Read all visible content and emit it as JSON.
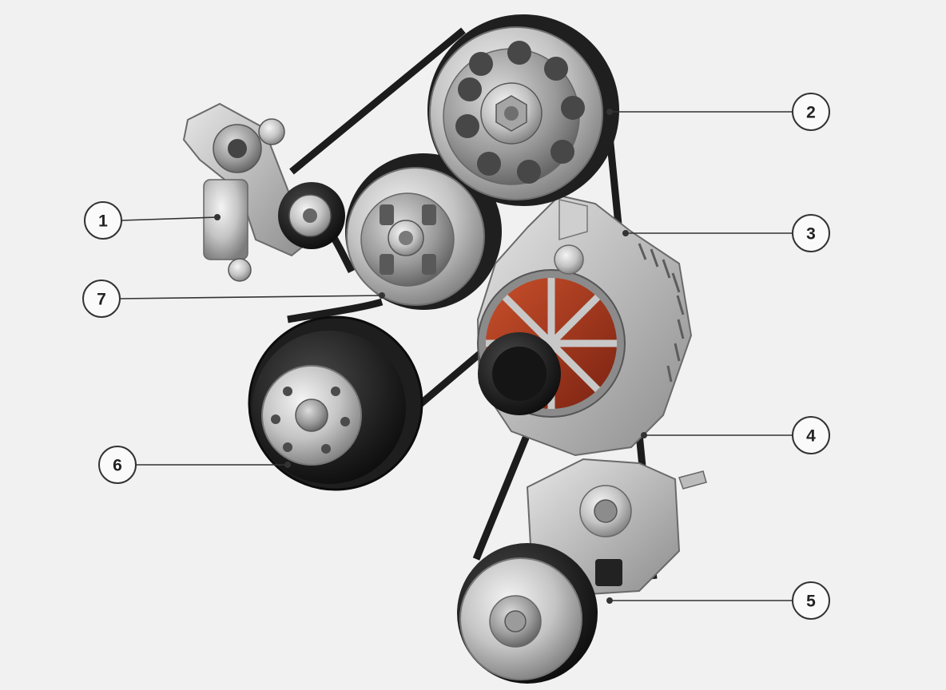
{
  "diagram": {
    "subject": "accessory-drive-belt-system",
    "background_color": "#f1f1f1",
    "belt_color": "#1c1c1c",
    "metal_color": "#b9b9b9",
    "winding_color": "#a8361c"
  },
  "callouts": [
    {
      "id": "1",
      "label": "1",
      "part": "belt-tensioner"
    },
    {
      "id": "2",
      "label": "2",
      "part": "upper-pulley"
    },
    {
      "id": "3",
      "label": "3",
      "part": "alternator"
    },
    {
      "id": "4",
      "label": "4",
      "part": "drive-belt"
    },
    {
      "id": "5",
      "label": "5",
      "part": "lower-pulley"
    },
    {
      "id": "6",
      "label": "6",
      "part": "crankshaft-pulley"
    },
    {
      "id": "7",
      "label": "7",
      "part": "idler-pulley"
    }
  ]
}
